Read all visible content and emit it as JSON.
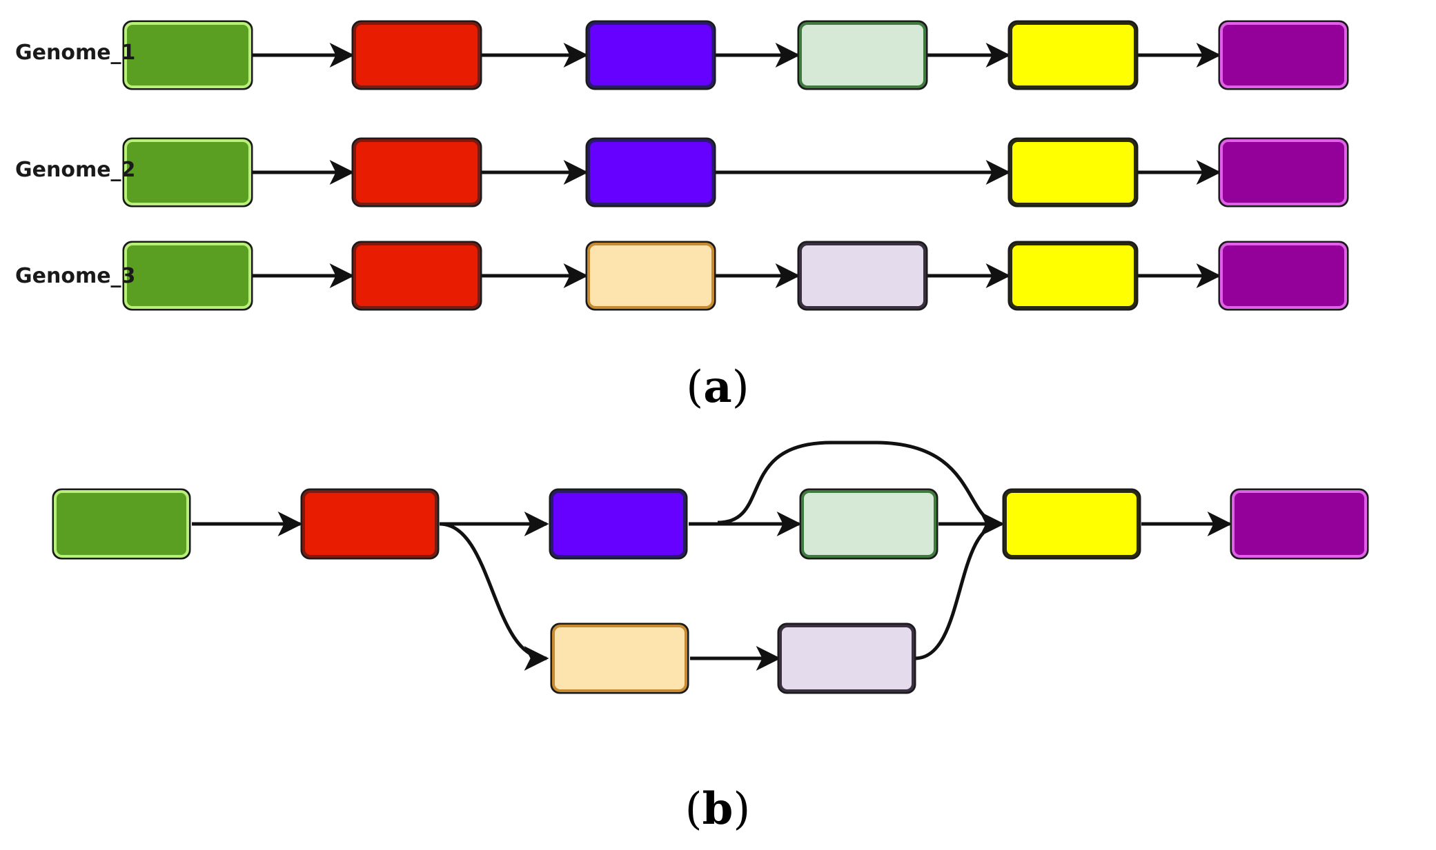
{
  "panel_a": {
    "label_open": "(",
    "label_letter": "a",
    "label_close": ")",
    "genomes": [
      {
        "name": "Genome_1",
        "blocks": [
          "green",
          "red",
          "blue",
          "mint",
          "yellow",
          "purple"
        ]
      },
      {
        "name": "Genome_2",
        "blocks": [
          "green",
          "red",
          "blue",
          "yellow",
          "purple"
        ]
      },
      {
        "name": "Genome_3",
        "blocks": [
          "green",
          "red",
          "peach",
          "lavender",
          "yellow",
          "purple"
        ]
      }
    ]
  },
  "panel_b": {
    "label_open": "(",
    "label_letter": "b",
    "label_close": ")",
    "nodes": [
      "green",
      "red",
      "blue",
      "mint",
      "yellow",
      "purple",
      "peach",
      "lavender"
    ]
  },
  "colors": {
    "green": {
      "fill": "#5a9e22",
      "stroke": "#b8f07a"
    },
    "red": {
      "fill": "#e81c00",
      "stroke": "#7a1a10"
    },
    "blue": {
      "fill": "#6600ff",
      "stroke": "#2a1a6a"
    },
    "mint": {
      "fill": "#d6e8d6",
      "stroke": "#3f7a3f"
    },
    "yellow": {
      "fill": "#ffff00",
      "stroke": "#2a2a10"
    },
    "purple": {
      "fill": "#93009a",
      "stroke": "#e060e8"
    },
    "peach": {
      "fill": "#fde3ad",
      "stroke": "#c88a30"
    },
    "lavender": {
      "fill": "#e4dcec",
      "stroke": "#3a3040"
    }
  }
}
